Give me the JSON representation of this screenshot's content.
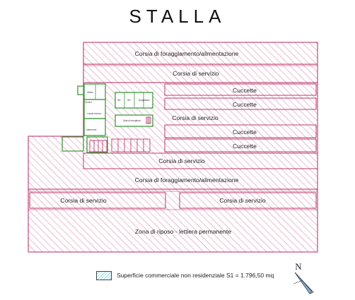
{
  "title": "STALLA",
  "zones": {
    "corsia_foraggiamento_top": "Corsia di foraggiamento/alimentazione",
    "corsia_servizio_top": "Corsia di servizio",
    "cuccette_1": "Cuccette",
    "cuccette_2": "Cuccette",
    "corsia_servizio_mid": "Corsia di  servizio",
    "cuccette_3": "Cuccette",
    "cuccette_4": "Cuccette",
    "corsia_servizio_lower": "Corsia di  servizio",
    "corsia_foraggiamento_bottom": "Corsia di foraggiamento/alimentazione",
    "corsia_servizio_left": "Corsia di servizio",
    "corsia_servizio_right": "Corsia di servizio",
    "zona_riposo": "Zona di riposo - lettiera permanente"
  },
  "rooms": {
    "r1": "Ufficio",
    "r2": "Servizi",
    "r3": "Wc",
    "r4": "Wc",
    "r5": "Spogliatoio",
    "r6": "Locale tecnico",
    "r7": "Sala di mungitura",
    "r8": "Infermeria"
  },
  "legend": {
    "label": "Superficie commerciale non residenziale S1 = 1.796,50 mq"
  },
  "north": {
    "label": "N"
  },
  "colors": {
    "outline": "#b4255e",
    "hatch": "#cf5c8c",
    "rooms": "#3c9a3c",
    "legend_hatch": "#8fd6e6"
  }
}
